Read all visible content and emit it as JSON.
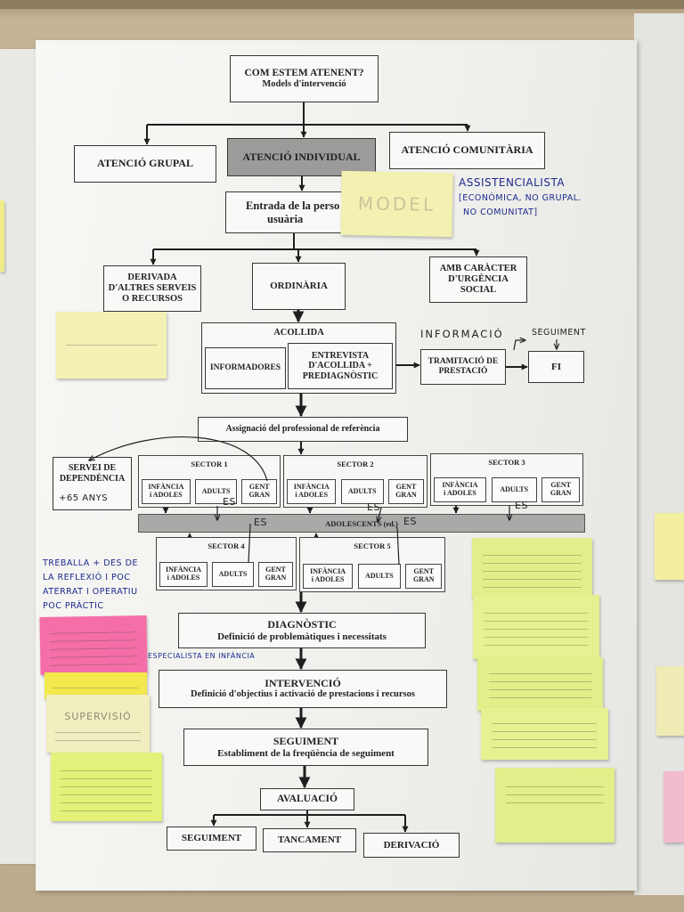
{
  "poster": {
    "title": {
      "line1": "COM ESTEM ATENENT?",
      "line2": "Models d'intervenció"
    },
    "attention_types": {
      "group": "ATENCIÓ GRUPAL",
      "individual": "ATENCIÓ INDIVIDUAL",
      "community": "ATENCIÓ COMUNITÀRIA"
    },
    "entry": {
      "line1": "Entrada de la perso",
      "line2": "usuària"
    },
    "entry_routes": {
      "referred": "DERIVADA\nD'ALTRES SERVEIS\nO RECURSOS",
      "ordinary": "ORDINÀRIA",
      "urgent": "AMB CARÀCTER\nD'URGÈNCIA\nSOCIAL"
    },
    "reception": {
      "title": "ACOLLIDA",
      "informers": "INFORMADORES",
      "interview": "ENTREVISTA\nD'ACOLLIDA +\nPREDIAGNÒSTIC"
    },
    "benefit_processing": "TRAMITACIÓ DE\nPRESTACIÓ",
    "end": "FI",
    "assignment": "Assignació del professional de referència",
    "dependency_service": "SERVEI DE\nDEPENDÈNCIA",
    "sectors": [
      {
        "label": "SECTOR 1",
        "groups": [
          "INFÀNCIA\ni ADOLES",
          "ADULTS",
          "GENT\nGRAN"
        ]
      },
      {
        "label": "SECTOR 2",
        "groups": [
          "INFÀNCIA\ni ADOLES",
          "ADULTS",
          "GENT\nGRAN"
        ]
      },
      {
        "label": "SECTOR 3",
        "groups": [
          "INFÀNCIA\ni ADOLES",
          "ADULTS",
          "GENT\nGRAN"
        ]
      },
      {
        "label": "SECTOR 4",
        "groups": [
          "INFÀNCIA\ni ADOLES",
          "ADULTS",
          "GENT\nGRAN"
        ]
      },
      {
        "label": "SECTOR 5",
        "groups": [
          "INFÀNCIA\ni ADOLES",
          "ADULTS",
          "GENT\nGRAN"
        ]
      }
    ],
    "adolescents_band": "ADOLESCENTS (ed.)",
    "steps": [
      {
        "title": "DIAGNÒSTIC",
        "desc": "Definició de problemàtiques i necessitats"
      },
      {
        "title": "INTERVENCIÓ",
        "desc": "Definició d'objectius i activació de prestacions i recursos"
      },
      {
        "title": "SEGUIMENT",
        "desc": "Establiment de la freqüència de seguiment"
      }
    ],
    "evaluation": {
      "title": "AVALUACIÓ",
      "outcomes": [
        "SEGUIMENT",
        "TANCAMENT",
        "DERIVACIÓ"
      ]
    }
  },
  "annotations": {
    "model_note": "MODEL",
    "assistencialista": {
      "line1": "ASSISTENCIALISTA",
      "line2": "[ECONÒMICA, NO GRUPAL.",
      "line3": "NO COMUNITAT]"
    },
    "informacio": "INFORMACIÓ",
    "seguiment": "SEGUIMENT",
    "over_65": "+65 ANYS",
    "es_marks": [
      "ES",
      "ES",
      "ES",
      "ES",
      "ES"
    ],
    "reflection": "TREBALLA + DES DE\nLA REFLEXIÓ I POC\nATERRAT I OPERATIU\nPOC PRÀCTIC",
    "specialist": "ESPECIALISTA EN INFÀNCIA",
    "supervision_note": "SUPERVISIÓ"
  },
  "colors": {
    "wall": "#c9b99c",
    "paper": "#f2f2ef",
    "box_border": "#363636",
    "highlight_fill": "#9b9b99",
    "band_fill": "#a9a9a7",
    "ink_blue": "#1d2a8f",
    "ink_black": "#222222",
    "sticky_yellow": "#f3f1b2",
    "sticky_green": "#e2ee8a",
    "sticky_pink": "#f56ea8"
  }
}
